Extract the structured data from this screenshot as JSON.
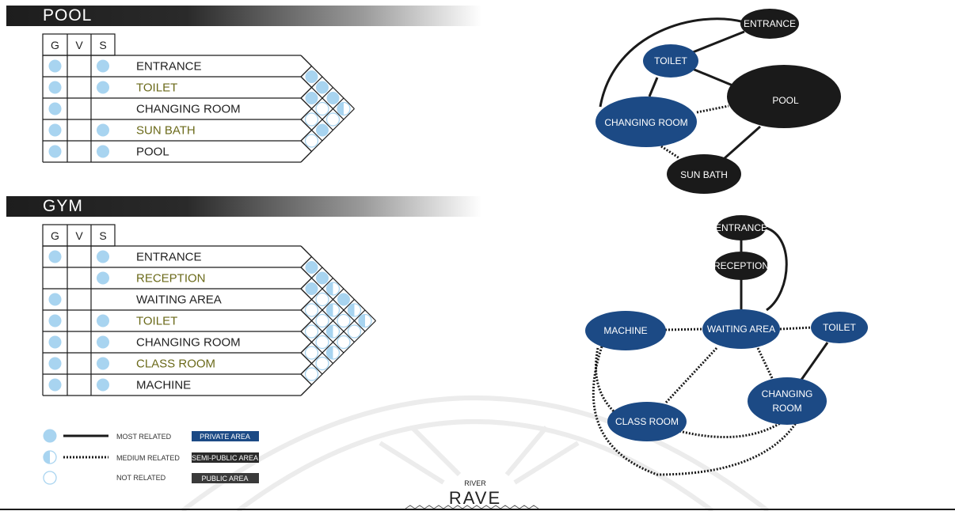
{
  "pool": {
    "title": "POOL",
    "headers": [
      "G",
      "V",
      "S"
    ],
    "rows": [
      "ENTRANCE",
      "TOILET",
      "CHANGING ROOM",
      "SUN BATH",
      "POOL"
    ],
    "olive_rows": [
      1,
      3
    ],
    "g": [
      1,
      1,
      1,
      1,
      1
    ],
    "v": [
      0,
      0,
      0,
      0,
      0
    ],
    "s": [
      1,
      1,
      0,
      1,
      1
    ],
    "matrix": [
      [
        "full"
      ],
      [
        "full",
        "full"
      ],
      [
        "full",
        "empty",
        "empty"
      ],
      [
        "half",
        "empty",
        "full",
        "empty"
      ]
    ],
    "nodes": {
      "entrance": "ENTRANCE",
      "toilet": "TOILET",
      "pool": "POOL",
      "changing": "CHANGING ROOM",
      "sunbath": "SUN BATH"
    }
  },
  "gym": {
    "title": "GYM",
    "headers": [
      "G",
      "V",
      "S"
    ],
    "rows": [
      "ENTRANCE",
      "RECEPTION",
      "WAITING AREA",
      "TOILET",
      "CHANGING ROOM",
      "CLASS ROOM",
      "MACHINE"
    ],
    "olive_rows": [
      1,
      3,
      5
    ],
    "g": [
      1,
      0,
      1,
      1,
      1,
      1,
      1
    ],
    "v": [
      0,
      0,
      0,
      0,
      0,
      0,
      0
    ],
    "s": [
      1,
      1,
      0,
      1,
      1,
      1,
      1
    ],
    "matrix": [
      [
        "full"
      ],
      [
        "full",
        "full"
      ],
      [
        "half",
        "empty",
        "empty"
      ],
      [
        "full",
        "half",
        "empty",
        "empty"
      ],
      [
        "half",
        "empty",
        "half",
        "empty",
        "empty"
      ],
      [
        "half",
        "empty",
        "empty",
        "half",
        "empty",
        "empty"
      ]
    ],
    "nodes": {
      "entrance": "ENTRANCE",
      "reception": "RECEPTION",
      "machine": "MACHINE",
      "waiting": "WAITING AREA",
      "toilet": "TOILET",
      "changing_1": "CHANGING",
      "changing_2": "ROOM",
      "classroom": "CLASS ROOM"
    }
  },
  "legend": {
    "most": "MOST RELATED",
    "medium": "MEDIUM RELATED",
    "not": "NOT RELATED",
    "private": "PRIVATE AREA",
    "semi": "SEMI-PUBLIC AREA",
    "public": "PUBLIC AREA"
  },
  "logo": {
    "small": "RIVER",
    "big": "RAVE"
  },
  "colors": {
    "circle": "#a8d4f0",
    "private": "#1c4a85",
    "semi": "#2a2a2a",
    "public": "#3a3a3a",
    "olive": "#6b6a1a"
  }
}
